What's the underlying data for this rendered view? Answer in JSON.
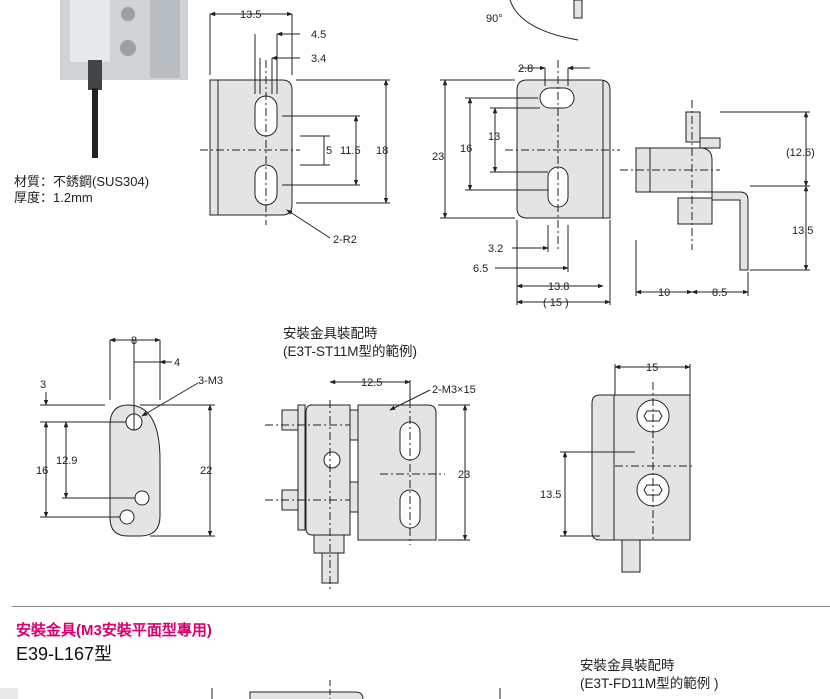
{
  "material": {
    "line1": "材質：不銹鋼(SUS304)",
    "line2": "厚度：1.2mm"
  },
  "top_angle_label": "90°",
  "front_view_dims": {
    "d1": "13.5",
    "d2": "4.5",
    "d3": "3.4",
    "d4": "5",
    "d5": "11.5",
    "d6": "18",
    "radius": "2-R2"
  },
  "side_view_dims": {
    "d1": "2.8",
    "d2": "16",
    "d3": "13",
    "d4": "23",
    "d5": "3.2",
    "d6": "6.5",
    "d7": "13.8",
    "d8": "( 15 )"
  },
  "right_view_dims": {
    "d1": "(12.6)",
    "d2": "13.5",
    "d3": "10",
    "d4": "8.5"
  },
  "plate_dims": {
    "d1": "8",
    "d2": "4",
    "d3": "3",
    "d4": "3-M3",
    "d5": "12.9",
    "d6": "16",
    "d7": "22"
  },
  "example1": {
    "title_line1": "安裝金具裝配時",
    "title_line2": "(E3T-ST11M型的範例)",
    "d1": "12.5",
    "d2": "2-M3×15",
    "d3": "23"
  },
  "example1_right": {
    "d1": "15",
    "d2": "13.5"
  },
  "section": {
    "title": "安裝金具(M3安裝平面型專用)",
    "model": "E39-L167型"
  },
  "example2": {
    "title_line1": "安裝金具裝配時",
    "title_line2": "(E3T-FD11M型的範例 )"
  },
  "colors": {
    "accent": "#d6006f",
    "metal": "#e4e4e4",
    "line": "#222222"
  }
}
